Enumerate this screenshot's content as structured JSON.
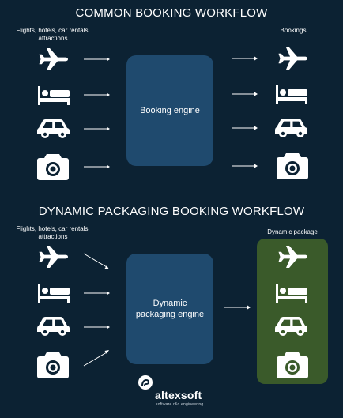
{
  "common": {
    "title": "COMMON BOOKING WORKFLOW",
    "inputs_caption": "Flights, hotels, car rentals, attractions",
    "output_caption": "Bookings",
    "engine_label": "Booking engine"
  },
  "dynamic": {
    "title": "DYNAMIC PACKAGING BOOKING WORKFLOW",
    "inputs_caption": "Flights, hotels, car rentals, attractions",
    "output_caption": "Dynamic package",
    "engine_label": "Dynamic packaging engine"
  },
  "icons": [
    "airplane-icon",
    "bed-icon",
    "car-icon",
    "camera-icon"
  ],
  "brand": {
    "name": "altexsoft",
    "tagline": "software r&d engineering"
  },
  "colors": {
    "background": "#0c2233",
    "engine": "#1f4a6e",
    "package_box": "#3a5a2a",
    "icon": "#ffffff"
  }
}
